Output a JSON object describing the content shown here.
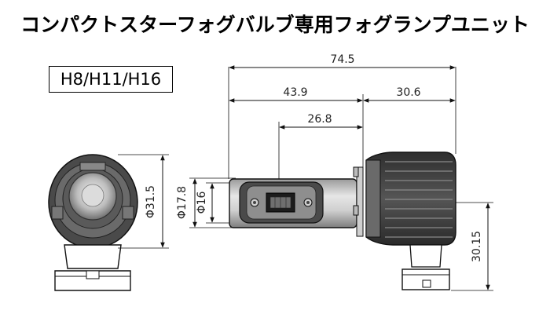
{
  "title": "コンパクトスターフォグバルブ専用フォグランプユニット",
  "models": "H8/H11/H16",
  "dimensions": {
    "overall_length": "74.5",
    "body_length": "43.9",
    "head_length": "30.6",
    "board_offset": "26.8",
    "front_diameter": "Φ31.5",
    "body_diameter_outer": "Φ17.8",
    "body_diameter_inner": "Φ16",
    "connector_height": "30.15"
  },
  "colors": {
    "line": "#111111",
    "fill_dark": "#3a3a3a",
    "fill_mid": "#8a8a8a",
    "fill_light": "#d9d9d9"
  }
}
